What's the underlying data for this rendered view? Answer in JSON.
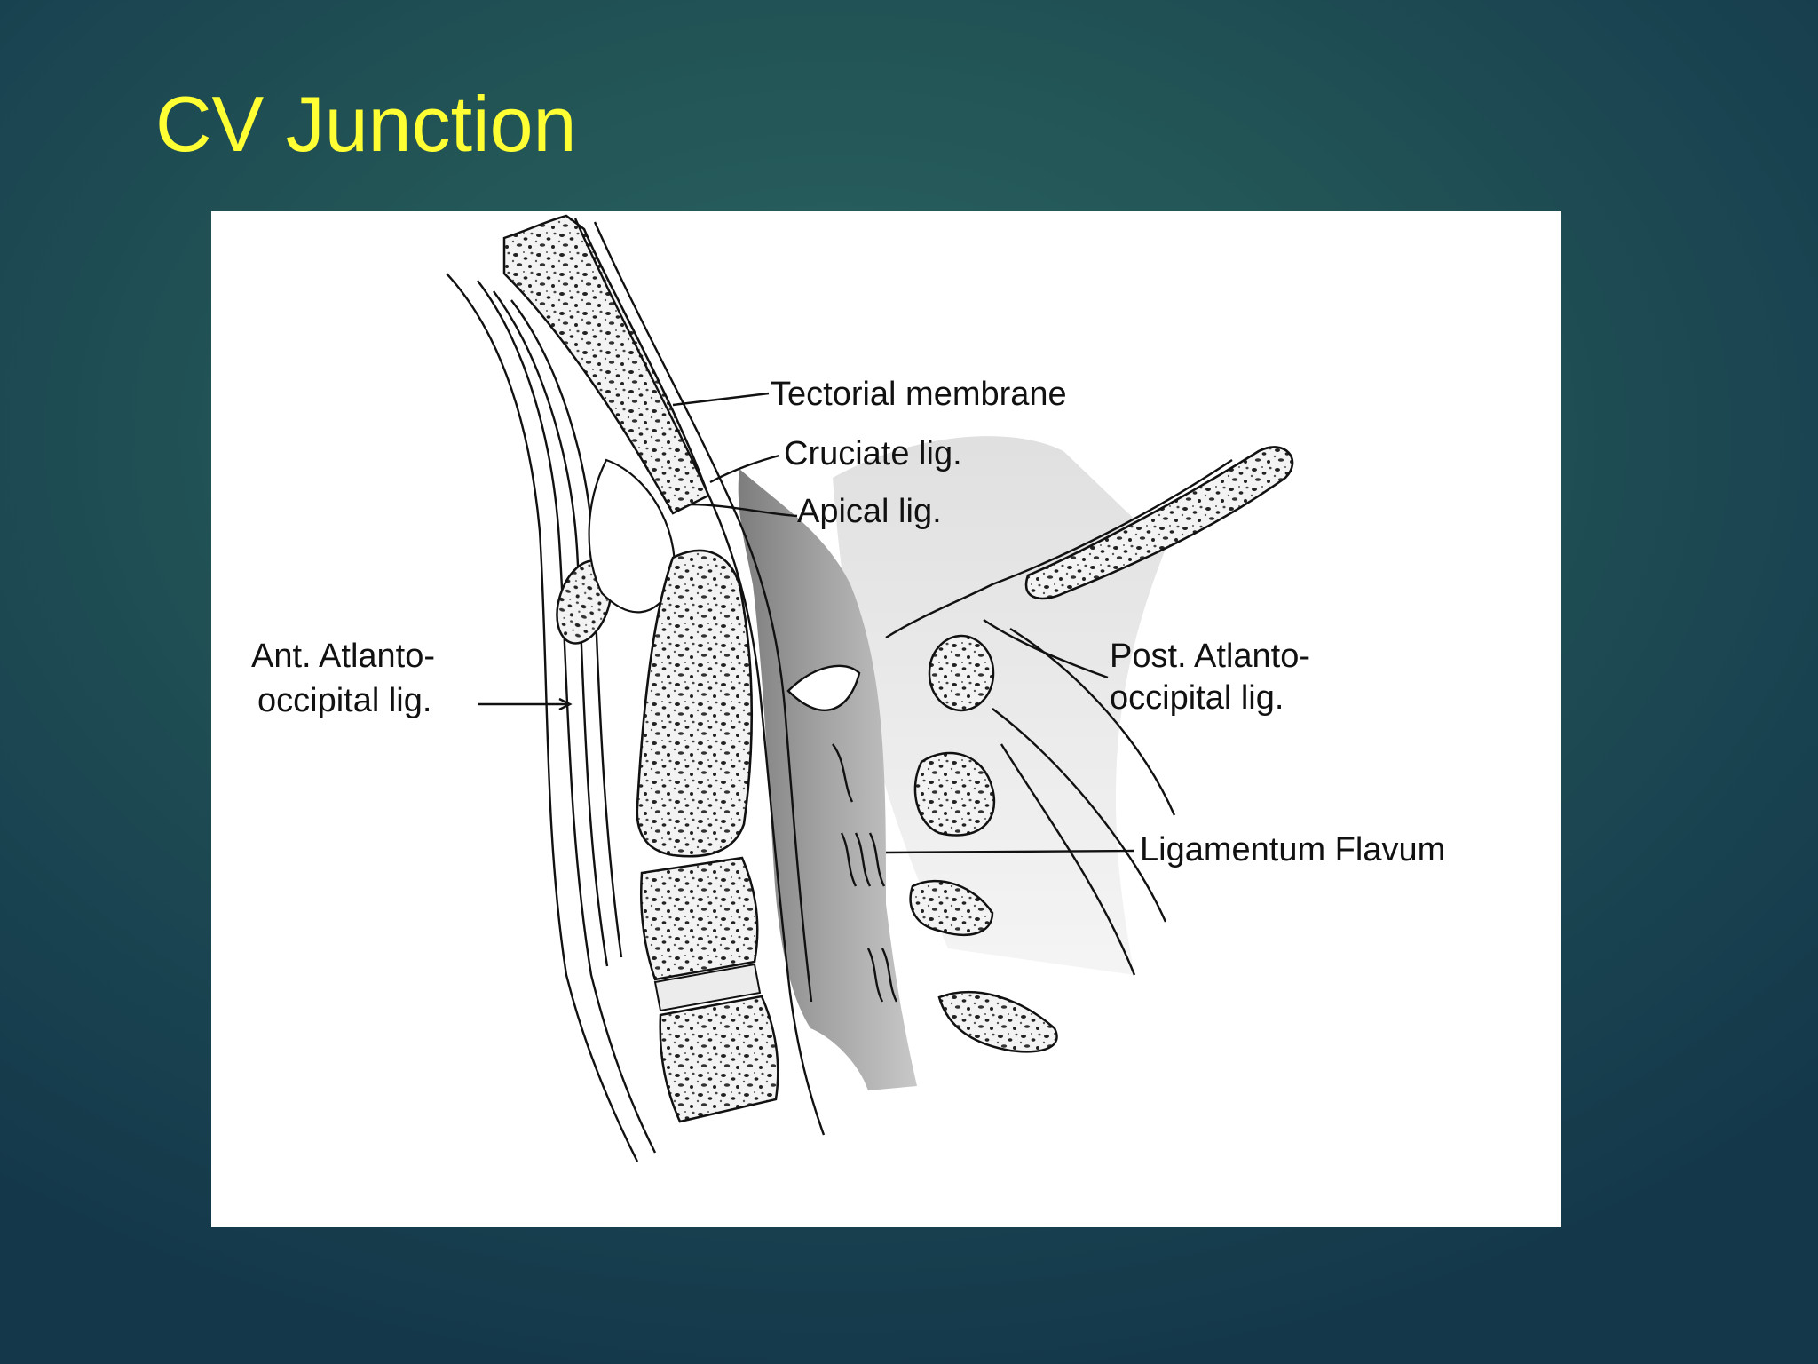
{
  "slide": {
    "title": "CV Junction",
    "title_color": "#ffff33",
    "background_color": "#235656"
  },
  "figure": {
    "labels": {
      "tectorial_membrane": "Tectorial membrane",
      "cruciate_lig": "Cruciate lig.",
      "apical_lig": "Apical lig.",
      "ant_atlanto_line1": "Ant. Atlanto-",
      "ant_atlanto_line2": "occipital lig.",
      "post_atlanto_line1": "Post. Atlanto-",
      "post_atlanto_line2": "occipital lig.",
      "ligamentum_flavum": "Ligamentum Flavum"
    }
  }
}
